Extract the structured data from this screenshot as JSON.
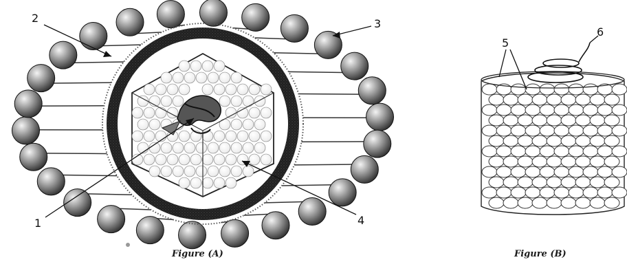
{
  "figure_a": {
    "caption": "Figure (A)",
    "labels": {
      "l1": "1",
      "l2": "2",
      "l3": "3",
      "l4": "4"
    }
  },
  "figure_b": {
    "caption": "Figure (B)",
    "labels": {
      "l5": "5",
      "l6": "6"
    }
  },
  "colors": {
    "ink": "#111111",
    "envelope": "#1c1c1c",
    "background": "#ffffff"
  }
}
